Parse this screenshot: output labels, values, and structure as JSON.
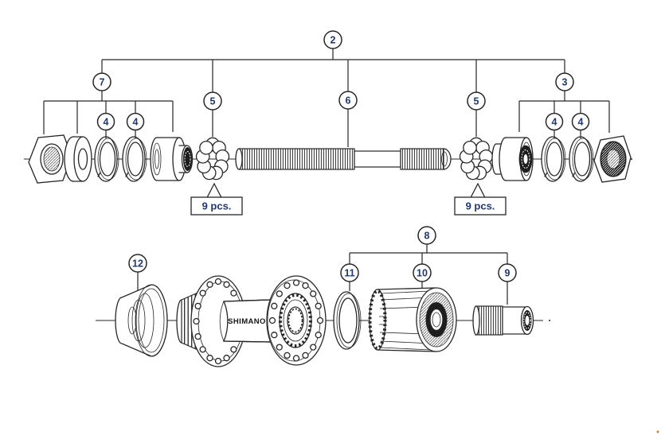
{
  "diagram": {
    "brand_label": "SHIMANO",
    "quantity_label": "9 pcs.",
    "colors": {
      "line": "#262626",
      "number": "#21386b",
      "background": "#ffffff"
    },
    "callouts": {
      "complete_axle_assembly": "2",
      "right_locknut_group": "3",
      "lock_washer": "4",
      "steel_balls": "5",
      "axle": "6",
      "left_locknut_group": "7",
      "freehub_assembly": "8",
      "freehub_fixing_bolt": "9",
      "freehub_body": "10",
      "seal_ring": "11",
      "dust_cap": "12"
    }
  }
}
